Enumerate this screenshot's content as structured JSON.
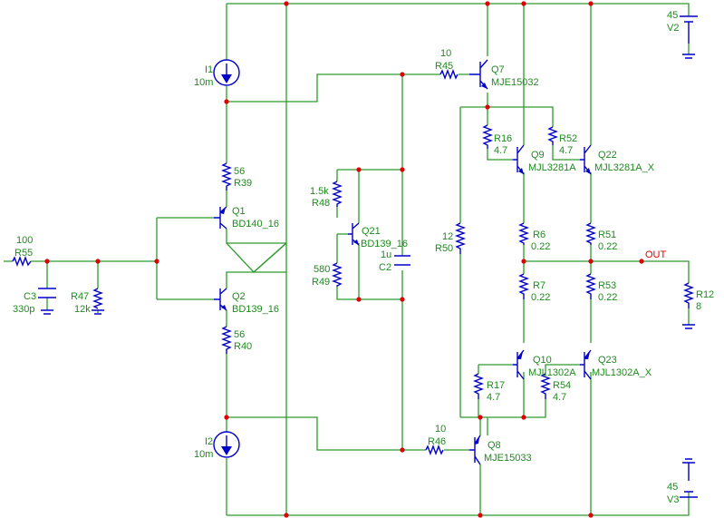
{
  "components": {
    "i1": {
      "name": "I1",
      "value": "10m"
    },
    "i2": {
      "name": "I2",
      "value": "10m"
    },
    "r55": {
      "name": "R55",
      "value": "100"
    },
    "c3": {
      "name": "C3",
      "value": "330p"
    },
    "r47": {
      "name": "R47",
      "value": "12k"
    },
    "q1": {
      "name": "Q1",
      "model": "BD140_16"
    },
    "q2": {
      "name": "Q2",
      "model": "BD139_16"
    },
    "r39": {
      "name": "R39",
      "value": "56"
    },
    "r40": {
      "name": "R40",
      "value": "56"
    },
    "r48": {
      "name": "R48",
      "value": "1.5k"
    },
    "r49": {
      "name": "R49",
      "value": "580"
    },
    "q21": {
      "name": "Q21",
      "model": "BD139_16"
    },
    "c2": {
      "name": "C2",
      "value": "1u"
    },
    "r45": {
      "name": "R45",
      "value": "10"
    },
    "r46": {
      "name": "R46",
      "value": "10"
    },
    "q7": {
      "name": "Q7",
      "model": "MJE15032"
    },
    "q8": {
      "name": "Q8",
      "model": "MJE15033"
    },
    "r50": {
      "name": "R50",
      "value": "12"
    },
    "r16": {
      "name": "R16",
      "value": "4.7"
    },
    "r52": {
      "name": "R52",
      "value": "4.7"
    },
    "q9": {
      "name": "Q9",
      "model": "MJL3281A"
    },
    "q22": {
      "name": "Q22",
      "model": "MJL3281A_X"
    },
    "r6": {
      "name": "R6",
      "value": "0.22"
    },
    "r51": {
      "name": "R51",
      "value": "0.22"
    },
    "r7": {
      "name": "R7",
      "value": "0.22"
    },
    "r53": {
      "name": "R53",
      "value": "0.22"
    },
    "q10": {
      "name": "Q10",
      "model": "MJL1302A"
    },
    "q23": {
      "name": "Q23",
      "model": "MJL1302A_X"
    },
    "r17": {
      "name": "R17",
      "value": "4.7"
    },
    "r54": {
      "name": "R54",
      "value": "4.7"
    },
    "r12": {
      "name": "R12",
      "value": "8"
    },
    "v2": {
      "name": "V2",
      "value": "45"
    },
    "v3": {
      "name": "V3",
      "value": "45"
    }
  },
  "net_labels": {
    "out": "OUT"
  },
  "colors": {
    "wire": "#2e9a2e",
    "component": "#0000c8",
    "junction": "#e00000",
    "label": "#1f8a1f"
  }
}
